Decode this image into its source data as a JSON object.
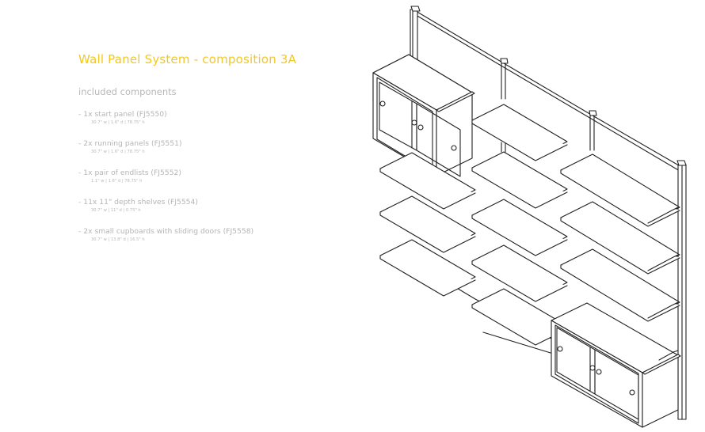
{
  "page": {
    "title": "Wall Panel System - composition 3A",
    "subtitle": "included components",
    "accent_color": "#f2c81f",
    "text_color": "#b8b8b8"
  },
  "components": [
    {
      "name": "- 1x start panel (FJ5550)",
      "dims": "30.7\" w | 1.6\" d | 78.75\" h"
    },
    {
      "name": "- 2x running panels (FJ5551)",
      "dims": "30.7\" w | 1.6\" d | 78.75\" h"
    },
    {
      "name": "- 1x pair of endlists (FJ5552)",
      "dims": "1.1\" w | 1.6\" d | 78.75\" h"
    },
    {
      "name": "- 11x 11\" depth shelves (FJ5554)",
      "dims": "30.7\" w | 11\" d | 0.75\" h"
    },
    {
      "name": "- 2x small cupboards with sliding doors (FJ5558)",
      "dims": "30.7\" w | 13.8\" d | 16.5\" h"
    }
  ],
  "drawing": {
    "description_icon": "wall-panel-line-drawing",
    "columns": 3,
    "shelves": 11,
    "cupboards": 2
  }
}
